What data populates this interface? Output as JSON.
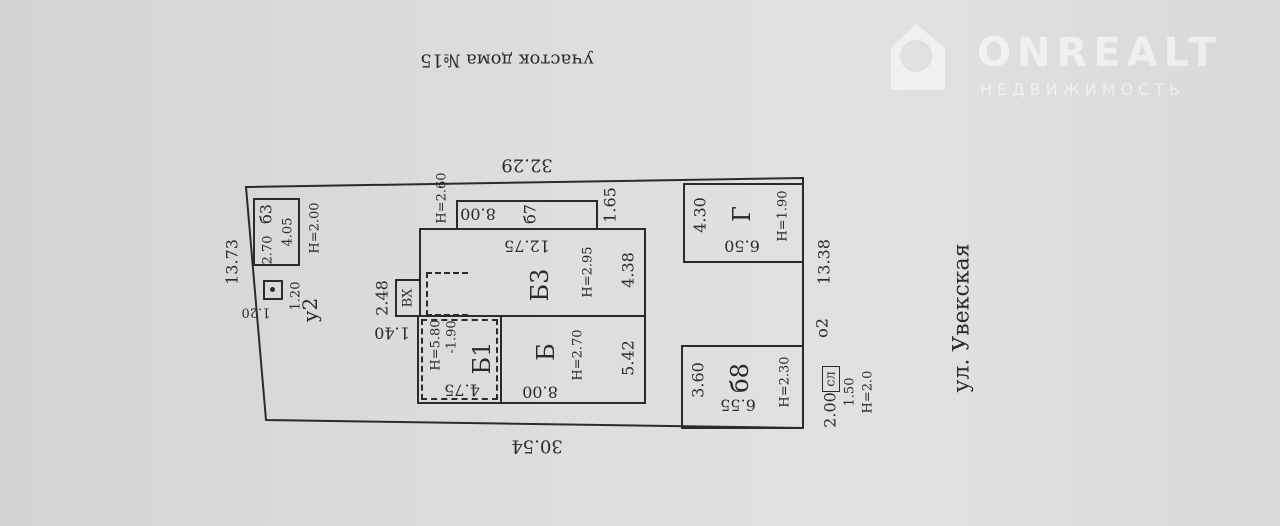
{
  "document": {
    "header": "участок дома №15",
    "street": "ул. Увекская",
    "dims": {
      "top": "32.29",
      "bottom": "30.54",
      "left": "13.73",
      "right": "13.38"
    },
    "rooms": {
      "b3": {
        "label": "Б3",
        "len": "12.75",
        "width": "4.38",
        "height": "H=2.95"
      },
      "b": {
        "label": "Б",
        "len": "8.00",
        "width": "5.42",
        "height": "H=2.70"
      },
      "b1": {
        "label": "Б1",
        "len": "4.75",
        "height": "H=5.80",
        "depth": "-1.90"
      },
      "ext": {
        "label": "б7",
        "len": "8.00",
        "width": "1.65",
        "height": "H=2.60"
      },
      "entry": {
        "label": "ВХ",
        "len": "2.48",
        "width": "1.40"
      },
      "g": {
        "label": "Г",
        "len": "6.50",
        "width": "4.30",
        "height": "H=1.90"
      },
      "b8": {
        "label": "б8",
        "len": "6.55",
        "width": "3.60",
        "height": "H=2.30"
      },
      "u2": {
        "label": "у2",
        "a": "1.20",
        "b": "1.20"
      },
      "b63": {
        "label": "б3",
        "len": "4.05",
        "width": "2.70",
        "height": "H=2.00"
      },
      "o2": {
        "label": "о2"
      },
      "sl": {
        "label": "сл",
        "a": "2.00",
        "b": "1.50",
        "height": "H=2.0"
      }
    }
  },
  "watermark": {
    "name": "ONREALT",
    "sub": "НЕДВИЖИМОСТЬ"
  }
}
